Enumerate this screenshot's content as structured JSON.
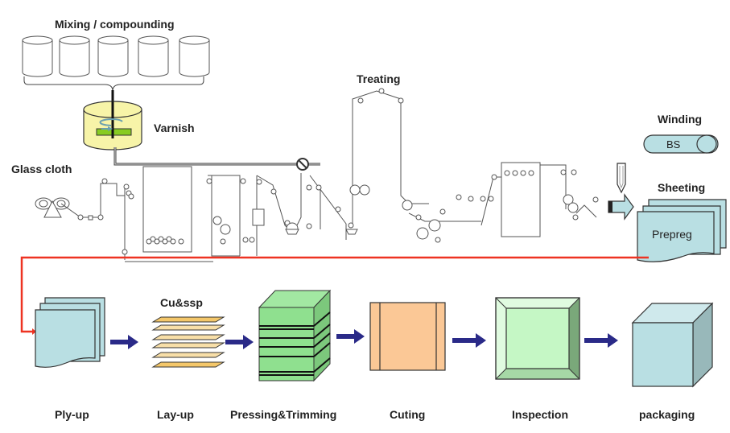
{
  "diagram": {
    "top_labels": {
      "mixing": "Mixing / compounding",
      "varnish": "Varnish",
      "glass_cloth": "Glass cloth",
      "treating": "Treating",
      "winding": "Winding",
      "winding_roll": "BS",
      "sheeting": "Sheeting",
      "prepreg": "Prepreg"
    },
    "lay_up_material": "Cu&ssp",
    "steps": [
      {
        "label": "Ply-up"
      },
      {
        "label": "Lay-up"
      },
      {
        "label": "Pressing&Trimming"
      },
      {
        "label": "Cuting"
      },
      {
        "label": "Inspection"
      },
      {
        "label": "packaging"
      }
    ],
    "colors": {
      "flow_line": "#ee3322",
      "arrow": "#2a2a88",
      "prepreg_fill": "#b9dfe3",
      "varnish_fill": "#f7f4a8",
      "copper_fill": "#f4c76a",
      "press_fill": "#8fe08f",
      "cut_fill": "#fbc896",
      "inspect_fill": "#c5f7c5",
      "package_fill": "#b9dfe3"
    }
  }
}
